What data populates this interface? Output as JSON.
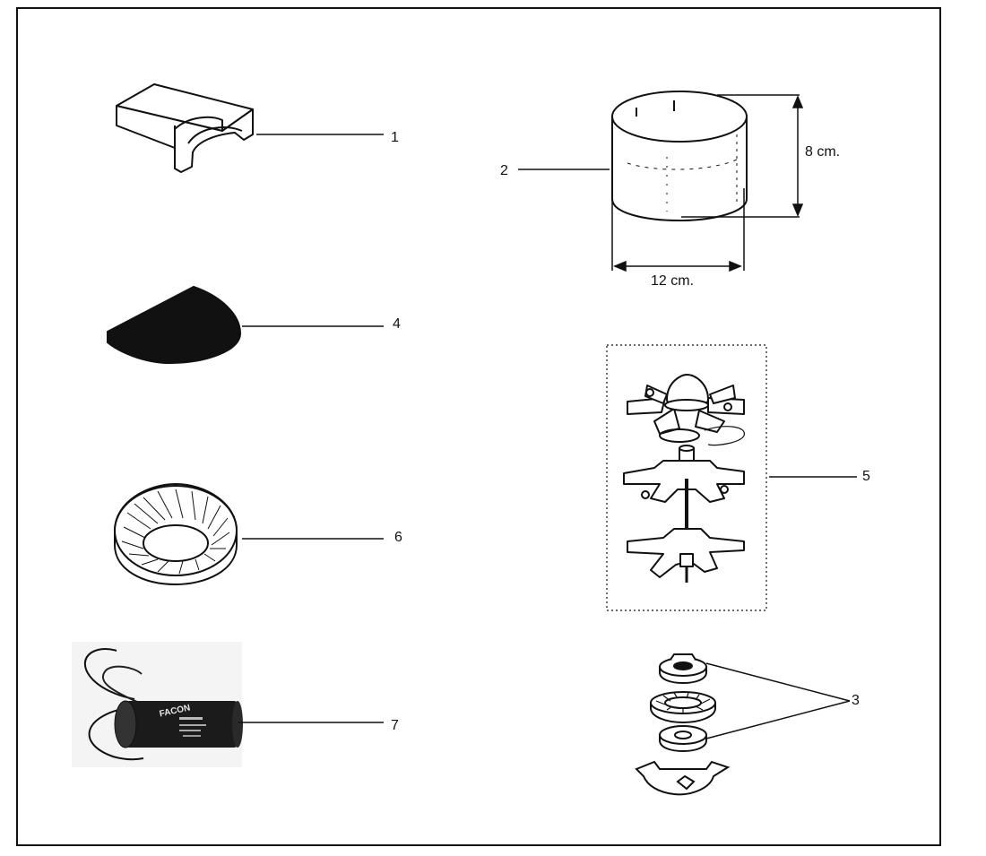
{
  "callouts": [
    {
      "id": "1",
      "label": "1"
    },
    {
      "id": "2",
      "label": "2"
    },
    {
      "id": "3",
      "label": "3"
    },
    {
      "id": "4",
      "label": "4"
    },
    {
      "id": "5",
      "label": "5"
    },
    {
      "id": "6",
      "label": "6"
    },
    {
      "id": "7",
      "label": "7"
    }
  ],
  "dimensions": {
    "height": "8 cm.",
    "width": "12 cm."
  },
  "capacitor": {
    "brand": "FACON"
  },
  "colors": {
    "ink": "#111111",
    "paper": "#ffffff"
  },
  "icons": [
    "clip",
    "hopper-cylinder",
    "blade-set",
    "half-disc",
    "burr-ring",
    "capacitor",
    "washer-stack"
  ]
}
